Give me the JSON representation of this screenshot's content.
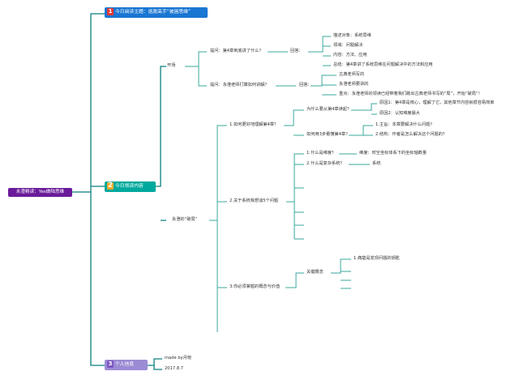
{
  "root": {
    "label": "永澄精读：Yes做陆思维"
  },
  "topics": [
    {
      "num": "1",
      "label": "今日阅读主题：逃脱高手“被困思维”"
    },
    {
      "num": "2",
      "label": "今日领读内容"
    },
    {
      "num": "3",
      "label": "个人信息"
    }
  ],
  "opening": {
    "label": "开场",
    "q1": {
      "label": "提问：第4章到底讲了什么？",
      "answer_label": "回答：",
      "items": [
        "描述对象：系统思维",
        "领域：问题解决",
        "内容：方法、应用",
        "总结：第4章讲了系统思维在问题解决中的方法和应用"
      ]
    },
    "q2": {
      "label": "提问：永澄老师打算如何讲解？",
      "answer_label": "回答：",
      "items": [
        "古典老师写的",
        "永澄老师要讲的",
        "重点：永澄老师的领读已经带着我们跳出古典老师书写的“局”，开始“破局”！"
      ]
    }
  },
  "method": {
    "label": "永澄的“破局”",
    "b1": {
      "label": "1.如何更好地理解第4章？",
      "why": {
        "label": "为什么要从第4章读起？",
        "items": [
          "原因1：第4章是核心，理解了它，其他章节内容就很容易简单",
          "原因2：认知难度最大"
        ]
      },
      "how": {
        "label": "如何用3步看懂第4章？",
        "items": [
          "1.主旨：本章要解决什么问题？",
          "2.结构：作者是怎么解决这个问题的？"
        ]
      }
    },
    "b2": {
      "label": "2.关于系统我想谈5个问题",
      "q1": {
        "label": "1.什么是维度？",
        "answer": "维度：时空坐标体系下的坐标轴数量"
      },
      "q2": {
        "label": "2.什么是复杂系统？",
        "answer": "系统"
      }
    },
    "b3": {
      "label": "3.你必须掌握的概念与价值",
      "concept": {
        "label": "关键概念",
        "items": [
          "1.痛楚是发现问题的钥匙"
        ]
      }
    }
  },
  "personal": {
    "made_by": "made by月晓",
    "date": "2017.8.7"
  },
  "colors": {
    "root": "#6a1b9a",
    "topic1": "#1976d2",
    "topic2": "#00a99d",
    "topic3": "#9b8bd4",
    "branch_line": "#0b7f7f",
    "line": "#3aa89e"
  }
}
